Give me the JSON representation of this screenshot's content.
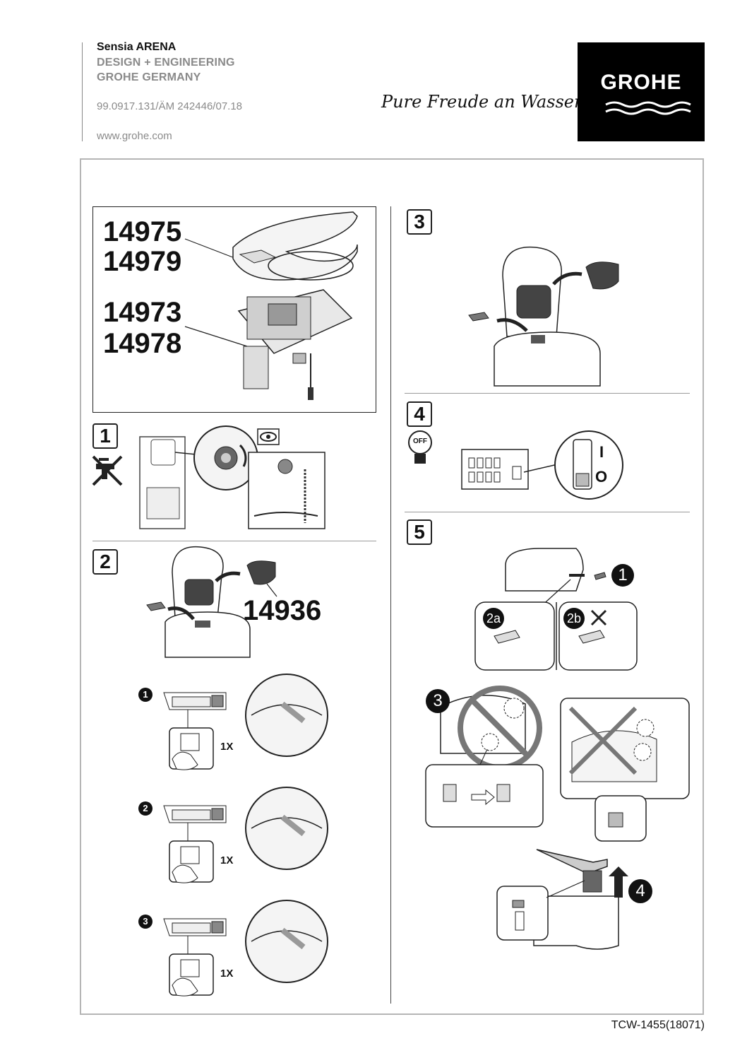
{
  "header": {
    "title": "Sensia ARENA",
    "line2": "DESIGN + ENGINEERING",
    "line3": "GROHE GERMANY",
    "doc_code": "99.0917.131/ÄM 242446/07.18",
    "website": "www.grohe.com",
    "slogan": "Pure Freude an Wasser",
    "logo_text": "GROHE"
  },
  "models": {
    "seat_models": [
      "14975",
      "14979"
    ],
    "base_models": [
      "14973",
      "14978"
    ]
  },
  "steps": {
    "s1": "1",
    "s2": "2",
    "s3": "3",
    "s4": "4",
    "s5": "5"
  },
  "step2": {
    "part_number": "14936",
    "sub_steps": [
      "1",
      "2",
      "3"
    ],
    "press_count": "1X"
  },
  "step4": {
    "off_label": "OFF",
    "switch_on": "I",
    "switch_off": "O"
  },
  "step5": {
    "sub_labels": [
      "1",
      "2a",
      "2b",
      "3",
      "4"
    ]
  },
  "footer": {
    "code": "TCW-1455(18071)"
  }
}
